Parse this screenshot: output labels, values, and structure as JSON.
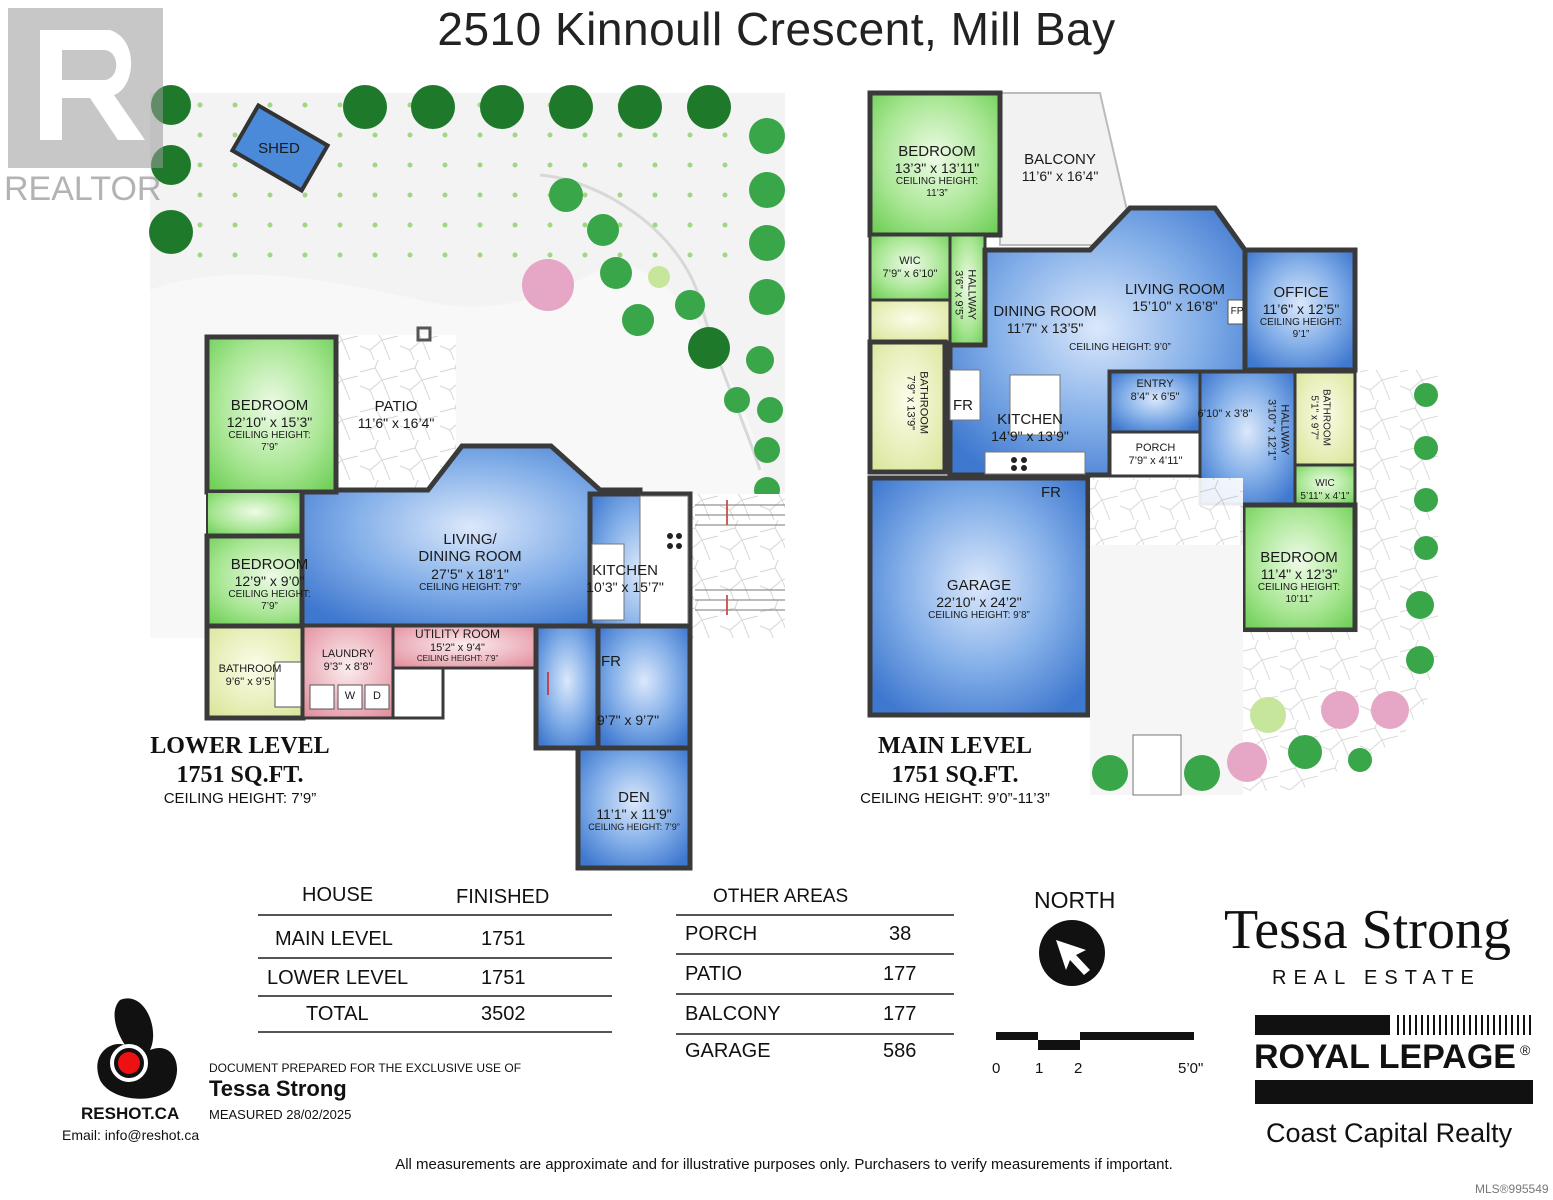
{
  "title": "2510 Kinnoull Crescent, Mill Bay",
  "watermark": "REALTOR",
  "mls": "MLS®995549",
  "lower_level": {
    "label": "LOWER LEVEL",
    "sqft": "1751 SQ.FT.",
    "ceiling": "CEILING HEIGHT: 7’9”",
    "rooms": [
      {
        "name": "SHED",
        "dims": "",
        "ceiling": ""
      },
      {
        "name": "PATIO",
        "dims": "11’6\" x 16’4\"",
        "ceiling": ""
      },
      {
        "name": "BEDROOM",
        "dims": "12’10\" x 15’3\"",
        "ceiling": "CEILING HEIGHT:\n7’9”"
      },
      {
        "name": "BEDROOM",
        "dims": "12’9\" x 9’0\"",
        "ceiling": "CEILING HEIGHT:\n7’9”"
      },
      {
        "name": "LIVING/\nDINING ROOM",
        "dims": "27’5\" x 18’1\"",
        "ceiling": "CEILING HEIGHT: 7’9”"
      },
      {
        "name": "KITCHEN",
        "dims": "10’3\" x 15’7\"",
        "ceiling": ""
      },
      {
        "name": "UTILITY ROOM",
        "dims": "15’2\" x 9’4\"",
        "ceiling": "CEILING HEIGHT: 7’9”"
      },
      {
        "name": "LAUNDRY",
        "dims": "9’3\" x 8’8\"",
        "ceiling": ""
      },
      {
        "name": "BATHROOM",
        "dims": "9’6\" x 9’5\"",
        "ceiling": ""
      },
      {
        "name": "",
        "dims": "9’7\" x 9’7\"",
        "ceiling": ""
      },
      {
        "name": "DEN",
        "dims": "11’1\" x 11’9\"",
        "ceiling": "CEILING HEIGHT: 7’9”"
      }
    ]
  },
  "main_level": {
    "label": "MAIN LEVEL",
    "sqft": "1751 SQ.FT.",
    "ceiling": "CEILING HEIGHT: 9’0”-11’3”",
    "rooms": [
      {
        "name": "BEDROOM",
        "dims": "13’3\" x 13’11\"",
        "ceiling": "CEILING HEIGHT:\n11’3”"
      },
      {
        "name": "BALCONY",
        "dims": "11’6\" x 16’4\"",
        "ceiling": ""
      },
      {
        "name": "WIC",
        "dims": "7’9\" x 6’10\"",
        "ceiling": ""
      },
      {
        "name": "HALLWAY",
        "dims": "3’6\" x 9’5\"",
        "ceiling": ""
      },
      {
        "name": "DINING ROOM",
        "dims": "11’7\" x 13’5\"",
        "ceiling": ""
      },
      {
        "name": "LIVING ROOM",
        "dims": "15’10\" x 16’8\"",
        "ceiling": "CEILING HEIGHT: 9’0”"
      },
      {
        "name": "OFFICE",
        "dims": "11’6\" x 12’5\"",
        "ceiling": "CEILING HEIGHT:\n9’1”"
      },
      {
        "name": "BATHROOM",
        "dims": "7’9\" x 13’9\"",
        "ceiling": ""
      },
      {
        "name": "ENTRY",
        "dims": "8’4\" x 6’5\"",
        "ceiling": ""
      },
      {
        "name": "",
        "dims": "6’10\" x 3’8\"",
        "ceiling": ""
      },
      {
        "name": "HALLWAY",
        "dims": "3’10\" x 12’1\"",
        "ceiling": ""
      },
      {
        "name": "BATHROOM",
        "dims": "5’1\" x 9’7\"",
        "ceiling": ""
      },
      {
        "name": "KITCHEN",
        "dims": "14’9\" x 13’9\"",
        "ceiling": ""
      },
      {
        "name": "PORCH",
        "dims": "7’9\" x 4’11\"",
        "ceiling": ""
      },
      {
        "name": "WIC",
        "dims": "5’11\" x 4’1\"",
        "ceiling": ""
      },
      {
        "name": "BEDROOM",
        "dims": "11’4\" x 12’3\"",
        "ceiling": "CEILING HEIGHT:\n10’11”"
      },
      {
        "name": "GARAGE",
        "dims": "22’10\" x 24’2\"",
        "ceiling": "CEILING HEIGHT: 9’8”"
      }
    ]
  },
  "fixtures": {
    "fr": "FR",
    "fp": "FP",
    "washer": "W",
    "dryer": "D"
  },
  "house_table": {
    "headers": [
      "HOUSE",
      "FINISHED"
    ],
    "rows": [
      [
        "MAIN LEVEL",
        "1751"
      ],
      [
        "LOWER LEVEL",
        "1751"
      ],
      [
        "TOTAL",
        "3502"
      ]
    ]
  },
  "other_table": {
    "header": "OTHER AREAS",
    "rows": [
      [
        "PORCH",
        "38"
      ],
      [
        "PATIO",
        "177"
      ],
      [
        "BALCONY",
        "177"
      ],
      [
        "GARAGE",
        "586"
      ]
    ]
  },
  "compass": {
    "label": "NORTH"
  },
  "scale": {
    "labels": [
      "0",
      "1",
      "2",
      "5’0\""
    ]
  },
  "reshot": {
    "name": "RESHOT.CA",
    "email": "Email: info@reshot.ca",
    "prepared_for": "DOCUMENT PREPARED FOR THE EXCLUSIVE USE OF",
    "client": "Tessa Strong",
    "measured": "MEASURED 28/02/2025"
  },
  "branding": {
    "name": "Tessa Strong",
    "tagline": "REAL ESTATE",
    "brokerage": "ROYAL LEPAGE",
    "brokerage_mark": "®",
    "office": "Coast Capital Realty"
  },
  "disclaimer": "All measurements are approximate and for illustrative purposes only. Purchasers to verify measurements if important.",
  "colors": {
    "green": "#8fdc7a",
    "blue": "#4f86d6",
    "pink": "#e79aa6",
    "yellow": "#e6edae",
    "wall": "#3a3a3a"
  }
}
